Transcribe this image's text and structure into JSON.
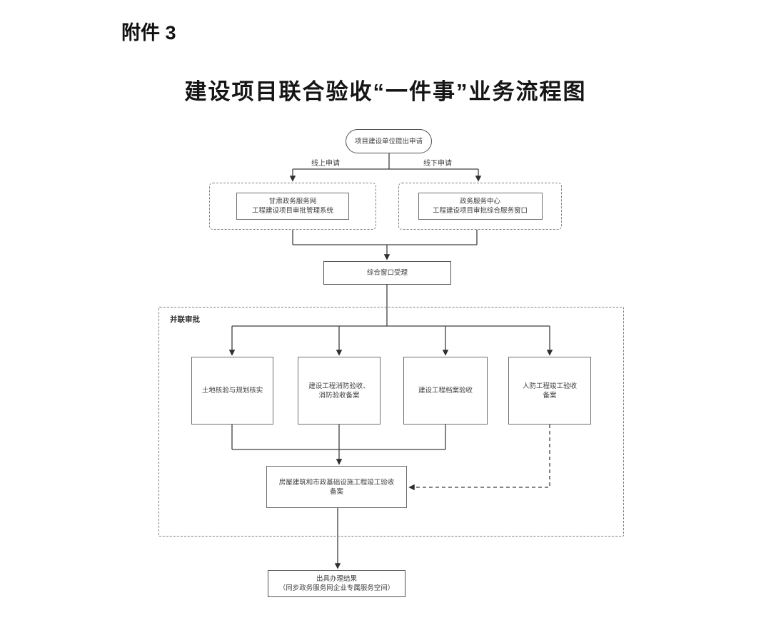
{
  "page": {
    "attachment_label": "附件 3",
    "title": "建设项目联合验收“一件事”业务流程图"
  },
  "flowchart": {
    "start": "项目建设单位提出申请",
    "branch_labels": {
      "online": "线上申请",
      "offline": "线下申请"
    },
    "online_channel": {
      "line1": "甘肃政务服务网",
      "line2": "工程建设项目审批管理系统"
    },
    "offline_channel": {
      "line1": "政务服务中心",
      "line2": "工程建设项目审批综合服务窗口"
    },
    "intake": "综合窗口受理",
    "parallel_group_label": "并联审批",
    "parallel_items": [
      {
        "line1": "土地核验与规划核实",
        "line2": ""
      },
      {
        "line1": "建设工程消防验收、",
        "line2": "消防验收备案"
      },
      {
        "line1": "建设工程档案验收",
        "line2": ""
      },
      {
        "line1": "人防工程竣工验收",
        "line2": "备案"
      }
    ],
    "completion_filing": {
      "line1": "房屋建筑和市政基础设施工程竣工验收",
      "line2": "备案"
    },
    "result": {
      "line1": "出具办理结果",
      "line2": "（同步政务服务网企业专属服务空间）"
    }
  },
  "colors": {
    "line": "#3f3f3f",
    "box_border": "#6f6f6f",
    "text": "#3d3d3d",
    "background": "#ffffff"
  }
}
